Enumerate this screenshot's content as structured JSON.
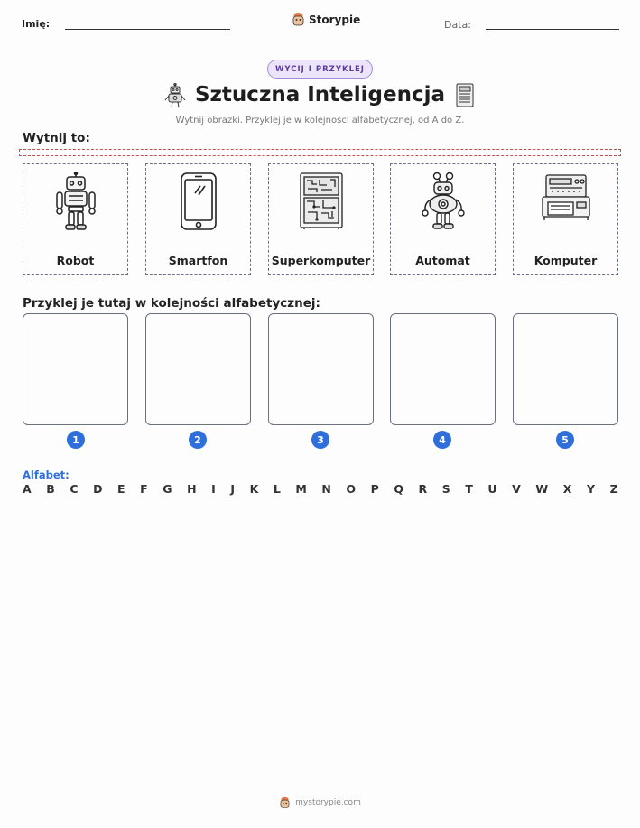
{
  "header": {
    "name_label": "Imię:",
    "date_label": "Data:",
    "logo_text": "Storypie"
  },
  "badge": "WYCIJ I PRZYKLEJ",
  "title": "Sztuczna Inteligencja",
  "subtitle": "Wytnij obrazki. Przyklej je w kolejności alfabetycznej, od A do Z.",
  "cut_section": {
    "heading": "Wytnij to:",
    "cards": [
      {
        "label": "Robot",
        "icon": "robot-icon"
      },
      {
        "label": "Smartfon",
        "icon": "smartphone-icon"
      },
      {
        "label": "Superkomputer",
        "icon": "supercomputer-icon"
      },
      {
        "label": "Automat",
        "icon": "automaton-icon"
      },
      {
        "label": "Komputer",
        "icon": "computer-icon"
      }
    ]
  },
  "paste_section": {
    "heading": "Przyklej je tutaj w kolejności alfabetycznej:",
    "numbers": [
      "1",
      "2",
      "3",
      "4",
      "5"
    ]
  },
  "alphabet": {
    "label": "Alfabet:",
    "letters": [
      "A",
      "B",
      "C",
      "D",
      "E",
      "F",
      "G",
      "H",
      "I",
      "J",
      "K",
      "L",
      "M",
      "N",
      "O",
      "P",
      "Q",
      "R",
      "S",
      "T",
      "U",
      "V",
      "W",
      "X",
      "Y",
      "Z"
    ]
  },
  "footer": {
    "text": "mystorypie.com"
  },
  "colors": {
    "accent_blue": "#2f6fdb",
    "badge_purple": "#5b3c9a",
    "cut_line_red": "#c0504d"
  }
}
